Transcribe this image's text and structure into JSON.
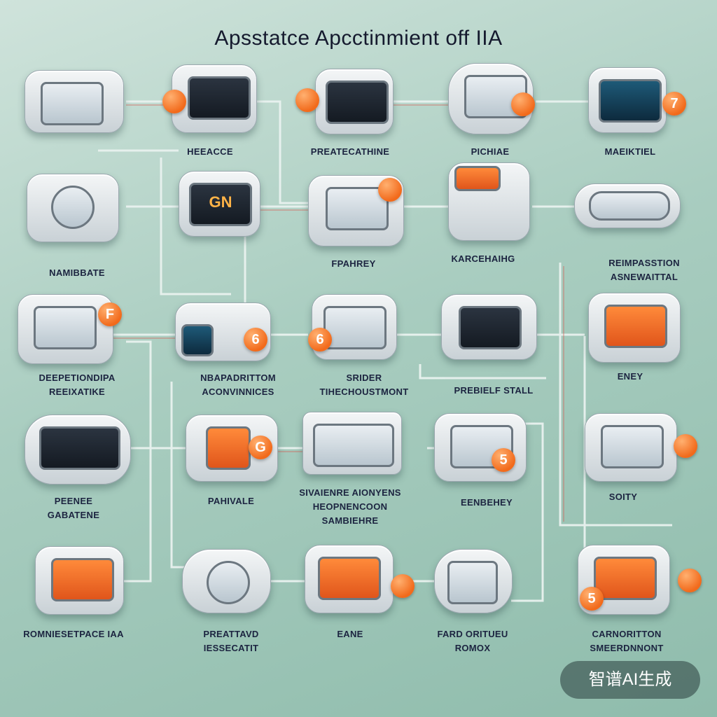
{
  "title": "Apsstatce Apcctinmient off IIA",
  "watermark": "智谱AI生成",
  "nodes": [
    {
      "id": "n1",
      "label": "",
      "badge": ""
    },
    {
      "id": "n2",
      "label": "HEEACCE",
      "badge": ""
    },
    {
      "id": "n3",
      "label": "PREATECATHINE",
      "badge": ""
    },
    {
      "id": "n4",
      "label": "PICHIAE",
      "badge": ""
    },
    {
      "id": "n5",
      "label": "MAEIKTIEL",
      "badge": "7",
      "screen": ""
    },
    {
      "id": "n6",
      "label": "NAMIBBATE",
      "badge": ""
    },
    {
      "id": "n7",
      "label": "",
      "badge": "",
      "screen": "GN"
    },
    {
      "id": "n8",
      "label": "FPAHREY",
      "badge": ""
    },
    {
      "id": "n9",
      "label": "KARCEHAIHG",
      "badge": ""
    },
    {
      "id": "n10",
      "label": "REIMPASSTION ASNEWAITTAL",
      "badge": ""
    },
    {
      "id": "n11",
      "label": "DEEPETIONDIPA REEIXATIKE",
      "badge": "F"
    },
    {
      "id": "n12",
      "label": "NBAPADRITTOM ACONVINNICES",
      "badge": "6"
    },
    {
      "id": "n13",
      "label": "SRIDER TIHECHOUSTMONT",
      "badge": "6"
    },
    {
      "id": "n14",
      "label": "PREBIELF STALL",
      "badge": ""
    },
    {
      "id": "n15",
      "label": "ENEY",
      "badge": ""
    },
    {
      "id": "n16",
      "label": "PEENEE GABATENE",
      "badge": ""
    },
    {
      "id": "n17",
      "label": "PAHIVALE",
      "badge": "G"
    },
    {
      "id": "n18",
      "label": "SIVAIENRE AIONYENS HEOPNENCOON SAMBIEHRE",
      "badge": ""
    },
    {
      "id": "n19",
      "label": "EENBEHEY",
      "badge": "5"
    },
    {
      "id": "n20",
      "label": "SOITY",
      "badge": ""
    },
    {
      "id": "n21",
      "label": "ROMNIESETPACE IAA",
      "badge": ""
    },
    {
      "id": "n22",
      "label": "PREATTAVD IESSECATIT",
      "badge": ""
    },
    {
      "id": "n23",
      "label": "EANE",
      "badge": ""
    },
    {
      "id": "n24",
      "label": "FARD ORITUEU ROMOX",
      "badge": ""
    },
    {
      "id": "n25",
      "label": "CARNORITTON SMEERDNNONT",
      "badge": "5"
    }
  ]
}
